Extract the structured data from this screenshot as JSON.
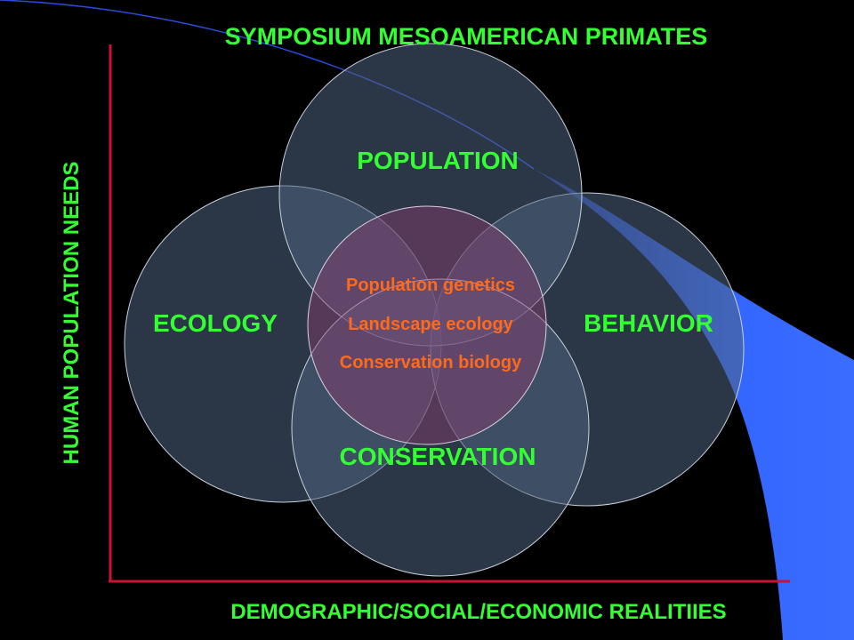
{
  "title": "SYMPOSIUM MESOAMERICAN PRIMATES",
  "y_axis_label": "HUMAN POPULATION NEEDS",
  "x_axis_label": "DEMOGRAPHIC/SOCIAL/ECONOMIC REALITIIES",
  "circles": {
    "population": "POPULATION",
    "ecology": "ECOLOGY",
    "behavior": "BEHAVIOR",
    "conservation": "CONSERVATION"
  },
  "center_topics": [
    "Population genetics",
    "Landscape ecology",
    "Conservation biology"
  ],
  "colors": {
    "background": "#000000",
    "heading_text": "#33ff33",
    "center_text": "#ff6a1a",
    "axis_lines": "#cc1133",
    "swoosh": "#3366ff"
  }
}
